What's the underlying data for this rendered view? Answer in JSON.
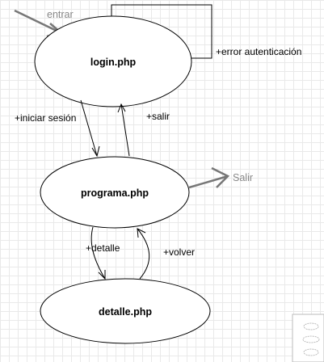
{
  "diagram": {
    "entry_label": "entrar",
    "exit_label": "Salir",
    "states": {
      "login": "login.php",
      "programa": "programa.php",
      "detalle": "detalle.php"
    },
    "transitions": {
      "self_loop": "+error autenticación",
      "login_to_programa": "+iniciar sesión",
      "programa_to_login": "+salir",
      "programa_to_detalle": "+detalle",
      "detalle_to_programa": "+volver"
    }
  },
  "colors": {
    "line": "#000000",
    "entry_exit_arrow": "#777777",
    "entry_exit_text": "#888888",
    "grid": "#e9e9e9"
  }
}
